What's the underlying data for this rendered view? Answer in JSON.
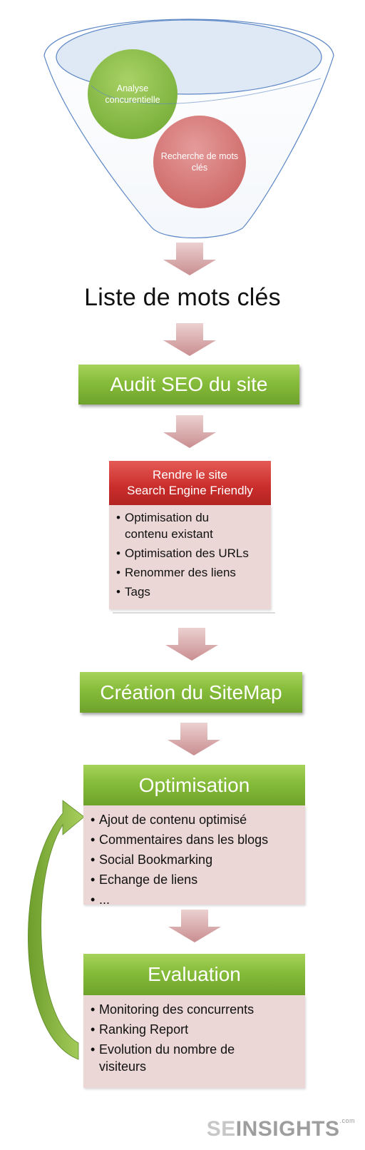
{
  "funnel": {
    "circle1_label": "Analyse concurentielle",
    "circle2_label": "Recherche de mots clés"
  },
  "step_keywords": "Liste de mots clés",
  "step_audit": "Audit SEO du site",
  "friendly": {
    "title_line1": "Rendre le site",
    "title_line2": "Search Engine Friendly",
    "items": [
      [
        "Optimisation du",
        "contenu existant"
      ],
      [
        "Optimisation des URLs"
      ],
      [
        "Renommer des liens"
      ],
      [
        "Tags"
      ]
    ]
  },
  "step_sitemap": "Création du SiteMap",
  "optimisation": {
    "title": "Optimisation",
    "items": [
      "Ajout de contenu optimisé",
      "Commentaires dans les blogs",
      "Social Bookmarking",
      "Echange de liens",
      "..."
    ]
  },
  "evaluation": {
    "title": "Evaluation",
    "items": [
      [
        "Monitoring des concurrents"
      ],
      [
        "Ranking Report"
      ],
      [
        "Evolution du nombre de",
        "visiteurs"
      ]
    ]
  },
  "brand": {
    "se": "SE",
    "insights": "INSIGHTS",
    "dotcom": ".com"
  },
  "colors": {
    "green": "#86bc3a",
    "red": "#c92d2b",
    "pink_box": "#ecd7d7",
    "arrow": "#d7a9aa",
    "funnel_line": "#4f7ec3"
  }
}
